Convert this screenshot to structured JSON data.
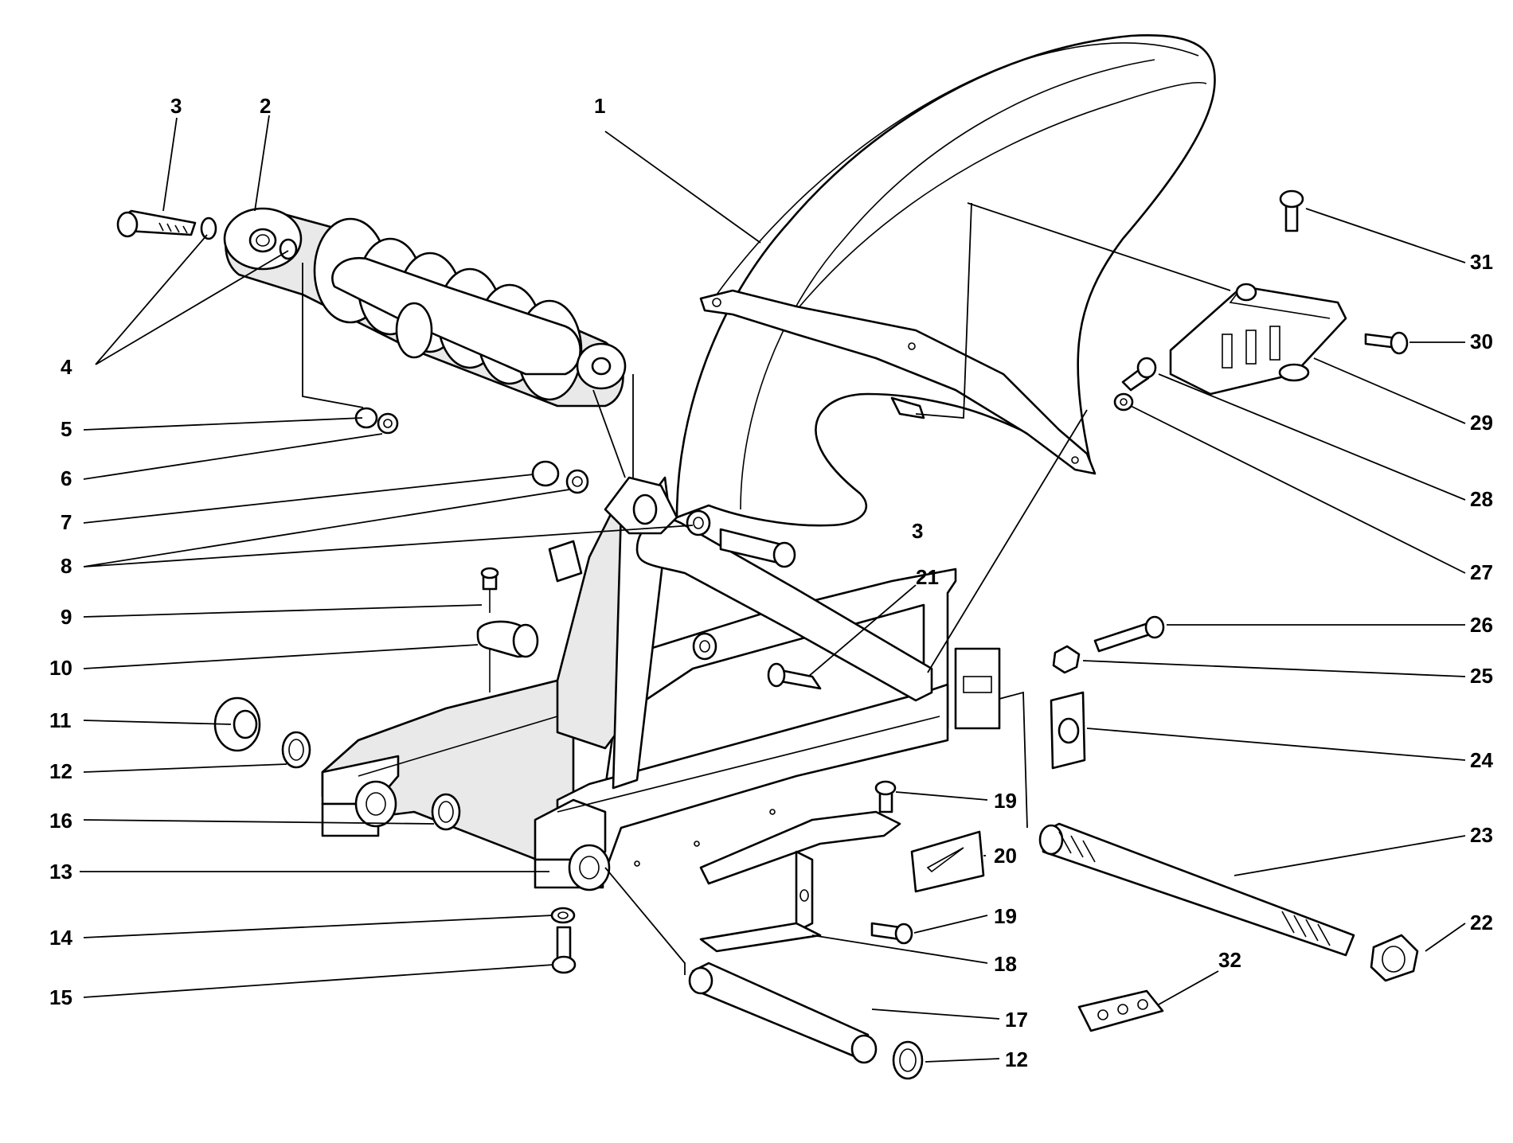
{
  "diagram": {
    "type": "exploded-parts-diagram",
    "colors": {
      "line": "#000000",
      "background": "#ffffff",
      "shade": "#e9e9e9"
    },
    "callouts": [
      {
        "id": "c1",
        "label": "1"
      },
      {
        "id": "c2",
        "label": "2"
      },
      {
        "id": "c3a",
        "label": "3"
      },
      {
        "id": "c3b",
        "label": "3"
      },
      {
        "id": "c4",
        "label": "4"
      },
      {
        "id": "c5",
        "label": "5"
      },
      {
        "id": "c6",
        "label": "6"
      },
      {
        "id": "c7",
        "label": "7"
      },
      {
        "id": "c8",
        "label": "8"
      },
      {
        "id": "c9",
        "label": "9"
      },
      {
        "id": "c10",
        "label": "10"
      },
      {
        "id": "c11",
        "label": "11"
      },
      {
        "id": "c12a",
        "label": "12"
      },
      {
        "id": "c12b",
        "label": "12"
      },
      {
        "id": "c13",
        "label": "13"
      },
      {
        "id": "c14",
        "label": "14"
      },
      {
        "id": "c15",
        "label": "15"
      },
      {
        "id": "c16",
        "label": "16"
      },
      {
        "id": "c17",
        "label": "17"
      },
      {
        "id": "c18",
        "label": "18"
      },
      {
        "id": "c19a",
        "label": "19"
      },
      {
        "id": "c19b",
        "label": "19"
      },
      {
        "id": "c20",
        "label": "20"
      },
      {
        "id": "c21",
        "label": "21"
      },
      {
        "id": "c22",
        "label": "22"
      },
      {
        "id": "c23",
        "label": "23"
      },
      {
        "id": "c24",
        "label": "24"
      },
      {
        "id": "c25",
        "label": "25"
      },
      {
        "id": "c26",
        "label": "26"
      },
      {
        "id": "c27",
        "label": "27"
      },
      {
        "id": "c28",
        "label": "28"
      },
      {
        "id": "c29",
        "label": "29"
      },
      {
        "id": "c30",
        "label": "30"
      },
      {
        "id": "c31",
        "label": "31"
      },
      {
        "id": "c32",
        "label": "32"
      }
    ]
  }
}
